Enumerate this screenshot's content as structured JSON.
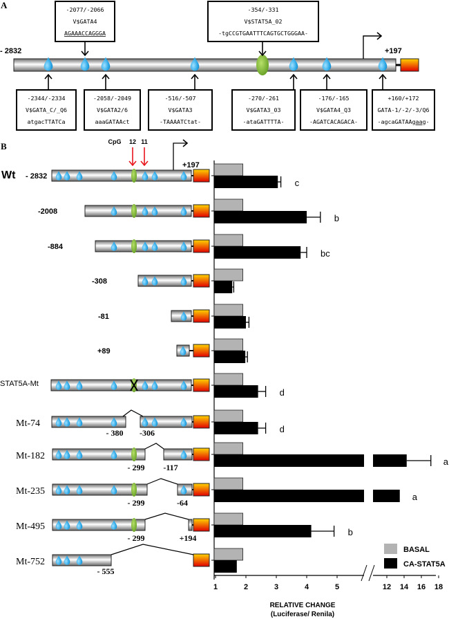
{
  "panel_a": {
    "label": "A",
    "start": "- 2832",
    "end": "+197",
    "top_boxes": [
      {
        "pos": "-2077/-2066",
        "name": "V$GATA4",
        "seq": [
          {
            "t": "AGAAACCAGGGA",
            "u": true
          }
        ]
      },
      {
        "pos": "-354/-331",
        "name": "V$STAT5A_02",
        "seq": [
          {
            "t": "-tgCCGTGAATTTCAGTGCTGGGAA-",
            "u": false
          }
        ]
      }
    ],
    "bottom_boxes": [
      {
        "pos": "-2344/-2334",
        "name": "V$GATA_C/_Q6",
        "seq": [
          {
            "t": "atgacTTATCa",
            "u": false
          }
        ]
      },
      {
        "pos": "-2058/-2049",
        "name": "V$GATA2/6",
        "seq": [
          {
            "t": "aaaGATAAct",
            "u": false
          }
        ]
      },
      {
        "pos": "-516/-507",
        "name": "V$GATA3",
        "seq": [
          {
            "t": "-TAAAATCtat-",
            "u": false
          }
        ]
      },
      {
        "pos": "-270/-261",
        "name": "V$GATA3_03",
        "seq": [
          {
            "t": "-ataGATTTTA-",
            "u": false
          }
        ]
      },
      {
        "pos": "-176/-165",
        "name": "V$GATA4_Q3",
        "seq": [
          {
            "t": "-AGATCACAGACA-",
            "u": false
          }
        ]
      },
      {
        "pos": "+160/+172",
        "name": "GATA-1/-2/-3/Q6",
        "seq": [
          {
            "t": "-agcaGATAAg",
            "u": false
          },
          {
            "t": "aa",
            "u": true
          },
          {
            "t": "g-",
            "u": false
          }
        ]
      }
    ]
  },
  "panel_b": {
    "label": "B",
    "cpg_label": "CpG",
    "cpg_sites": [
      "12",
      "11"
    ],
    "end": "+197",
    "colors": {
      "basal": "#b3b3b3",
      "ca_stat5a": "#000000",
      "cpg_arrow": "#e8141b",
      "site": "#2aa7e6",
      "stat5_site": "#7cb82f",
      "reporter_top": "#ffd400",
      "reporter_bottom": "#e10000"
    }
  },
  "chart_data": {
    "type": "bar",
    "orientation": "horizontal",
    "xlabel": "RELATIVE CHANGE",
    "xlabel_sub": "(Luciferase/ Renila)",
    "x_ticks": [
      "1",
      "2",
      "3",
      "4",
      "5",
      "12",
      "14",
      "16",
      "18"
    ],
    "x_tick_values": [
      1,
      2,
      3,
      4,
      5,
      12,
      14,
      16,
      18
    ],
    "axis_break": [
      5.5,
      11.5
    ],
    "legend": [
      "BASAL",
      "CA-STAT5A"
    ],
    "legend_position": "bottom-right",
    "categories": [
      {
        "name": "Wt",
        "start": "- 2832",
        "basal": 1.9,
        "ca": 3.05,
        "err": 3.15,
        "sig": "c"
      },
      {
        "name": "",
        "start": "-2008",
        "basal": 1.9,
        "ca": 4.0,
        "err": 4.45,
        "sig": "b"
      },
      {
        "name": "",
        "start": "-884",
        "basal": 1.9,
        "ca": 3.8,
        "err": 4.0,
        "sig": "bc"
      },
      {
        "name": "",
        "start": "-308",
        "basal": 1.9,
        "ca": 1.55,
        "err": 1.6,
        "sig": ""
      },
      {
        "name": "",
        "start": "-81",
        "basal": 1.9,
        "ca": 2.0,
        "err": 2.1,
        "sig": ""
      },
      {
        "name": "",
        "start": "+89",
        "basal": 1.9,
        "ca": 1.98,
        "err": 2.05,
        "sig": ""
      },
      {
        "name": "STAT5A-Mt",
        "start": "",
        "basal": 1.9,
        "ca": 2.4,
        "err": 2.65,
        "sig": "d",
        "breaks": []
      },
      {
        "name": "Mt-74",
        "start": "",
        "basal": 1.9,
        "ca": 2.4,
        "err": 2.65,
        "sig": "d",
        "breaks": [
          "- 380",
          "-306"
        ]
      },
      {
        "name": "Mt-182",
        "start": "",
        "basal": 1.9,
        "ca": 14.3,
        "err": 17.1,
        "sig": "a",
        "breaks": [
          "- 299",
          "-117"
        ]
      },
      {
        "name": "Mt-235",
        "start": "",
        "basal": 1.9,
        "ca": 13.5,
        "err": 13.5,
        "sig": "a",
        "breaks": [
          "- 299",
          "-64"
        ]
      },
      {
        "name": "Mt-495",
        "start": "",
        "basal": 1.9,
        "ca": 4.15,
        "err": 4.9,
        "sig": "b",
        "breaks": [
          "- 299",
          "+194"
        ]
      },
      {
        "name": "Mt-752",
        "start": "",
        "basal": 1.9,
        "ca": 1.7,
        "err": 1.7,
        "sig": "",
        "breaks": [
          "- 555"
        ]
      }
    ]
  }
}
